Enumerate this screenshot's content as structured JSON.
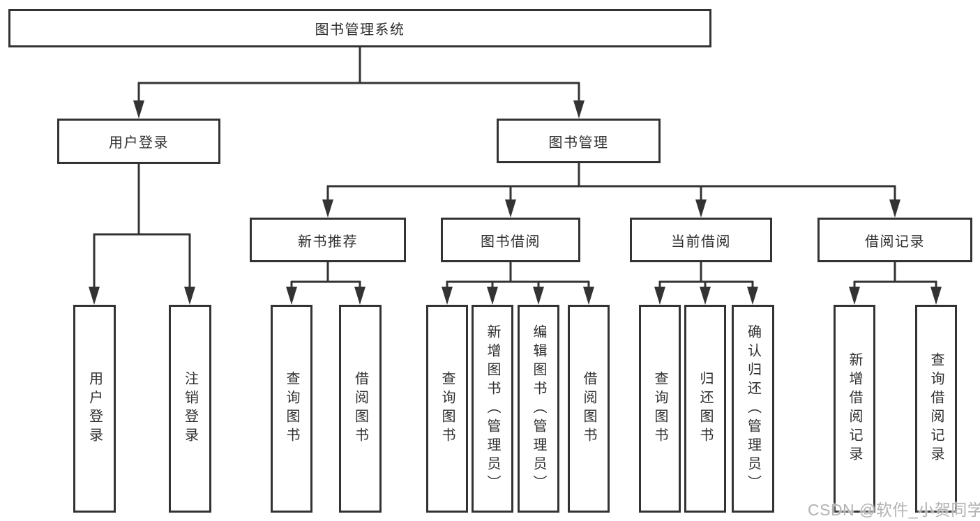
{
  "root": {
    "label": "图书管理系统"
  },
  "branches": [
    {
      "label": "用户登录",
      "children": [
        {
          "label": "用户登录"
        },
        {
          "label": "注销登录"
        }
      ]
    },
    {
      "label": "图书管理",
      "groups": [
        {
          "label": "新书推荐",
          "children": [
            {
              "label": "查询图书"
            },
            {
              "label": "借阅图书"
            }
          ]
        },
        {
          "label": "图书借阅",
          "children": [
            {
              "label": "查询图书"
            },
            {
              "label": "新增图书（管理员）"
            },
            {
              "label": "编辑图书（管理员）"
            },
            {
              "label": "借阅图书"
            }
          ]
        },
        {
          "label": "当前借阅",
          "children": [
            {
              "label": "查询图书"
            },
            {
              "label": "归还图书"
            },
            {
              "label": "确认归还（管理员）"
            }
          ]
        },
        {
          "label": "借阅记录",
          "children": [
            {
              "label": "新增借阅记录"
            },
            {
              "label": "查询借阅记录"
            }
          ]
        }
      ]
    }
  ],
  "watermark": {
    "text": "CSDN @软件_小贺同学"
  },
  "colors": {
    "line": "#333333",
    "box_border": "#333333",
    "text": "#2f2f2f",
    "watermark": "#b3b1b1",
    "background": "#ffffff"
  }
}
